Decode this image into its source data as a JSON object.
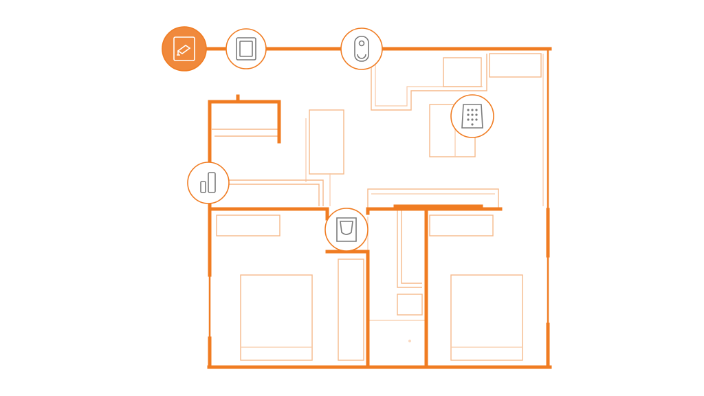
{
  "colors": {
    "wall": "#f07c22",
    "furniture": "#f6b88a",
    "device_active_fill": "#f0893c",
    "device_icon": "#7a7a7a",
    "background": "#ffffff"
  },
  "devices": [
    {
      "id": "security-camera",
      "icon": "camera-icon",
      "active": true
    },
    {
      "id": "smart-panel",
      "icon": "tablet-icon",
      "active": false
    },
    {
      "id": "video-doorbell",
      "icon": "doorbell-icon",
      "active": false
    },
    {
      "id": "keypad",
      "icon": "keypad-icon",
      "active": false
    },
    {
      "id": "door-sensor",
      "icon": "contact-sensor-icon",
      "active": false
    },
    {
      "id": "motion-sensor",
      "icon": "motion-sensor-icon",
      "active": false
    }
  ]
}
